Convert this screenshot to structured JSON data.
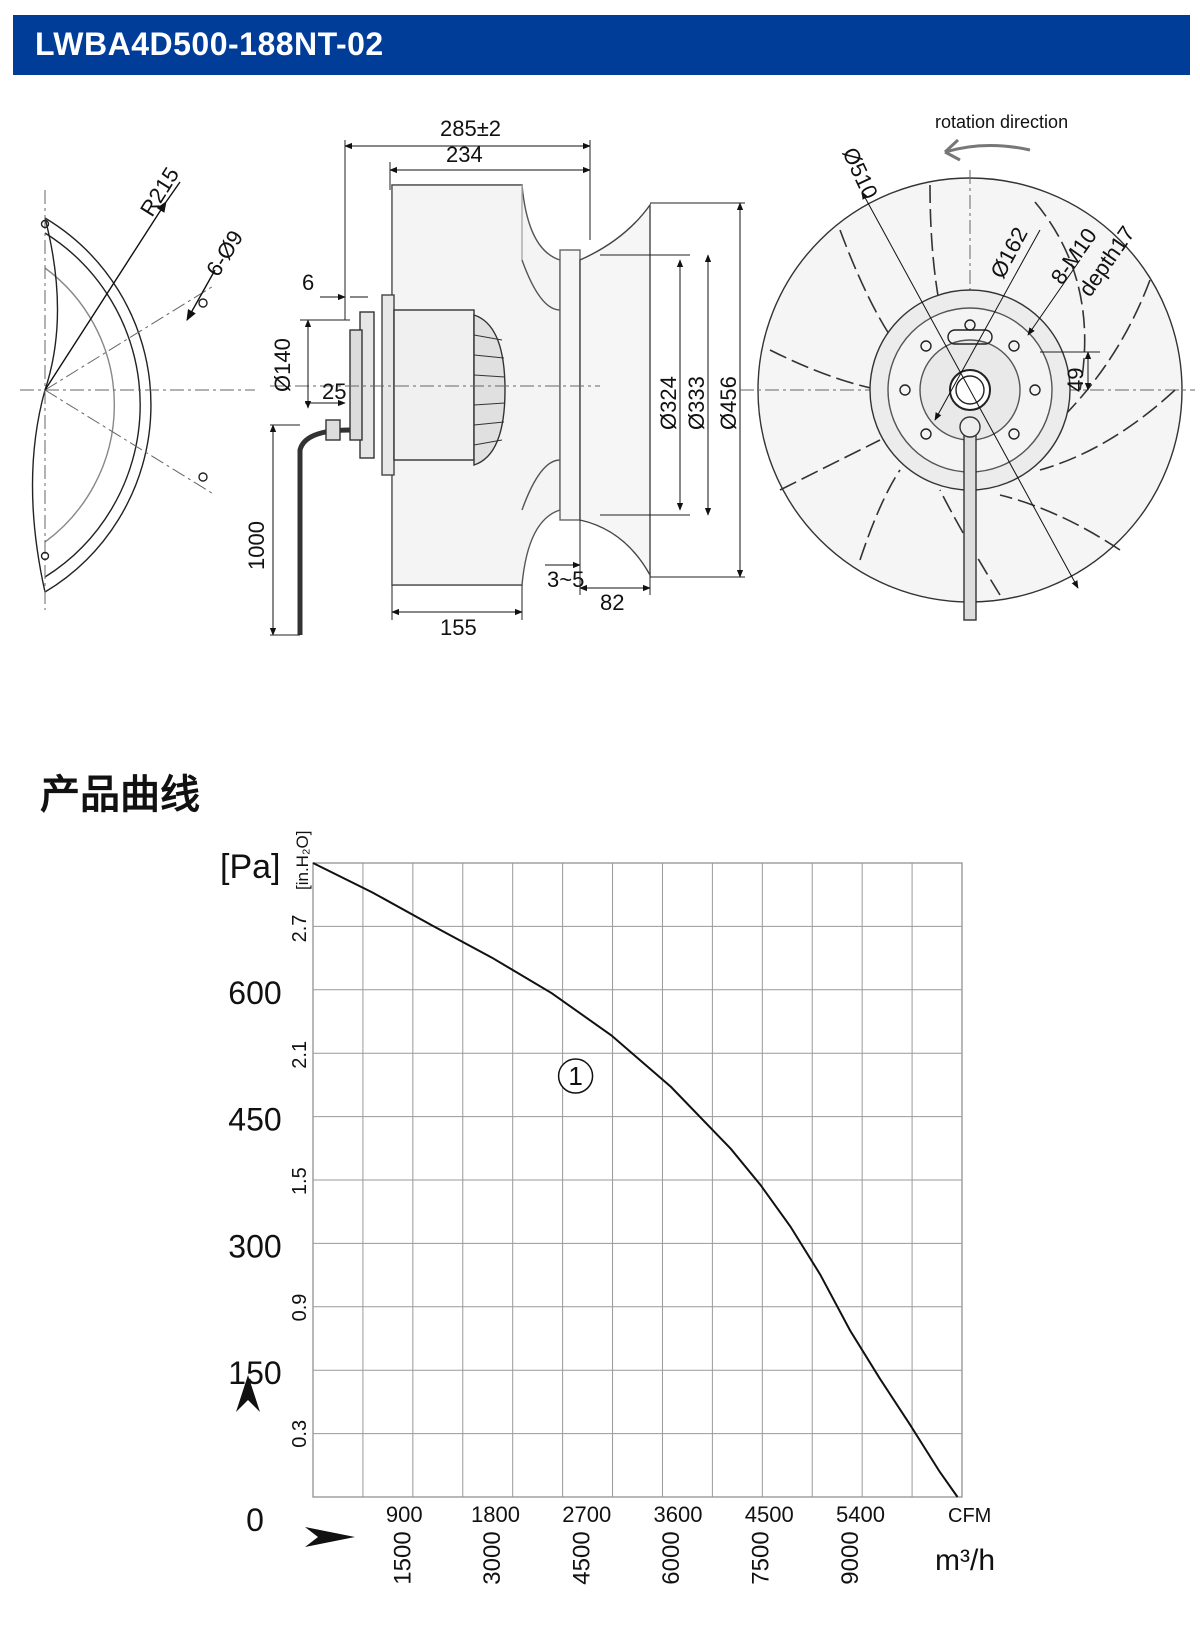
{
  "header": {
    "title": "LWBA4D500-188NT-02",
    "accent_color": "#003d98"
  },
  "drawing": {
    "left_view": {
      "radius": "R215",
      "holes": "6-Ø9"
    },
    "side_view": {
      "overall_length": "285±2",
      "body_length": "234",
      "flange_offset": "6",
      "hub_diameter": "Ø140",
      "hub_offset": "25",
      "cable_length": "1000",
      "blade_depth": "155",
      "gap": "3~5",
      "inlet_depth": "82",
      "diameters": [
        "Ø324",
        "Ø333",
        "Ø456"
      ]
    },
    "front_view": {
      "rotation_label": "rotation direction",
      "outer_diameter": "Ø510",
      "bolt_circle": "Ø162",
      "thread": "8-M10",
      "depth": "depth17",
      "offset": "49"
    }
  },
  "section_title": "产品曲线",
  "chart_data": {
    "type": "line",
    "y_unit_left": "[Pa]",
    "y_unit_right": "[in.H₂O]",
    "y_ticks_pa": [
      "0",
      "150",
      "300",
      "450",
      "600"
    ],
    "y_ticks_inh2o": [
      "0.3",
      "0.9",
      "1.5",
      "2.1",
      "2.7"
    ],
    "x_ticks_cfm": [
      "900",
      "1800",
      "2700",
      "3600",
      "4500",
      "5400"
    ],
    "x_unit_cfm": "CFM",
    "x_ticks_m3h": [
      "1500",
      "3000",
      "4500",
      "6000",
      "7500",
      "9000"
    ],
    "x_unit_m3h": "m³/h",
    "ylim_pa": [
      0,
      750
    ],
    "xlim_m3h": [
      0,
      10875
    ],
    "grid": true,
    "series": [
      {
        "name": "①",
        "x": [
          0,
          1000,
          2000,
          3000,
          4000,
          5000,
          6000,
          7000,
          7500,
          8000,
          8500,
          9000,
          9500,
          10000,
          10500,
          10800
        ],
        "y": [
          750,
          715,
          676,
          638,
          596,
          546,
          485,
          412,
          369,
          320,
          263,
          197,
          140,
          86,
          30,
          0
        ]
      }
    ]
  }
}
